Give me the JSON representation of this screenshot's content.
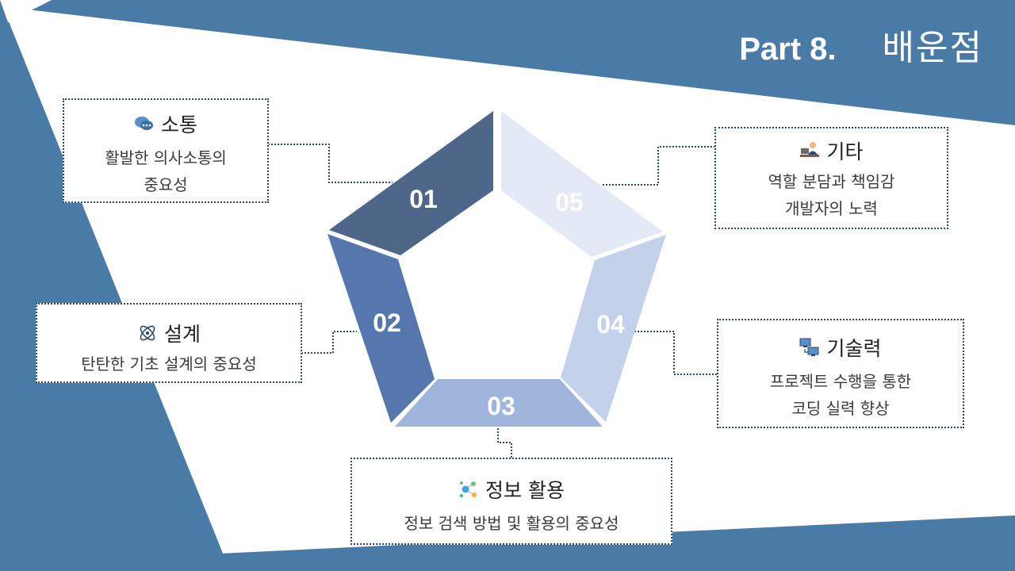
{
  "title": {
    "part": "Part 8.",
    "name": "배운점"
  },
  "segments": [
    {
      "num": "01",
      "color": "#4e6788"
    },
    {
      "num": "02",
      "color": "#5677ad"
    },
    {
      "num": "03",
      "color": "#9fb5dc"
    },
    {
      "num": "04",
      "color": "#c3d2ea"
    },
    {
      "num": "05",
      "color": "#e3eaf5"
    }
  ],
  "cards": {
    "communication": {
      "icon": "speech-bubbles-icon",
      "title": "소통",
      "line1": "활발한 의사소통의",
      "line2": "중요성"
    },
    "design": {
      "icon": "atom-icon",
      "title": "설계",
      "line1": "탄탄한 기초 설계의 중요성"
    },
    "info": {
      "icon": "network-nodes-icon",
      "title": "정보 활용",
      "line1": "정보 검색 방법 및 활용의 중요성"
    },
    "skill": {
      "icon": "computers-icon",
      "title": "기술력",
      "line1": "프로젝트 수행을 통한",
      "line2": "코딩 실력 향상"
    },
    "etc": {
      "icon": "person-at-desk-icon",
      "title": "기타",
      "line1": "역할 분담과 책임감",
      "line2": "개발자의 노력"
    }
  },
  "colors": {
    "accent": "#4a7aa6",
    "border": "#27476b"
  }
}
